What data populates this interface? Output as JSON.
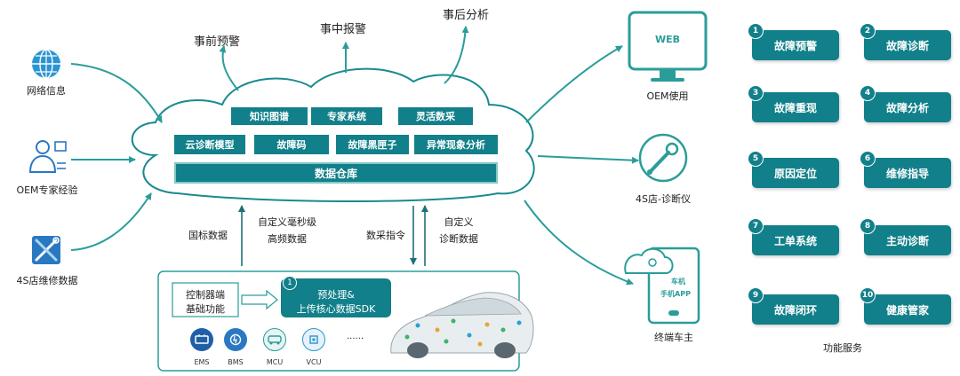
{
  "outputs": {
    "before": "事前预警",
    "during": "事中报警",
    "after": "事后分析"
  },
  "sources": {
    "network": "网络信息",
    "expert": "OEM专家经验",
    "repair": "4S店维修数据"
  },
  "cloud": {
    "row1": [
      "知识图谱",
      "专家系统",
      "灵活数采"
    ],
    "row2": [
      "云诊断模型",
      "故障码",
      "故障黑匣子",
      "异常现象分析"
    ],
    "warehouse": "数据仓库"
  },
  "flows": {
    "national": "国标数据",
    "custom_ms_1": "自定义毫秒级",
    "custom_ms_2": "高频数据",
    "collect_cmd": "数采指令",
    "custom_diag_1": "自定义",
    "custom_diag_2": "诊断数据"
  },
  "vehicle": {
    "controller_1": "控制器端",
    "controller_2": "基础功能",
    "sdk_num": "1",
    "sdk_1": "预处理&",
    "sdk_2": "上传核心数据SDK",
    "ecus": [
      "EMS",
      "BMS",
      "MCU",
      "VCU"
    ],
    "more": "......"
  },
  "clients": {
    "web_screen": "WEB",
    "oem": "OEM使用",
    "shop": "4S店-诊断仪",
    "phone_1": "车机",
    "phone_2": "手机APP",
    "owner": "终端车主"
  },
  "services": [
    {
      "num": "1",
      "label": "故障预警"
    },
    {
      "num": "2",
      "label": "故障诊断"
    },
    {
      "num": "3",
      "label": "故障重现"
    },
    {
      "num": "4",
      "label": "故障分析"
    },
    {
      "num": "5",
      "label": "原因定位"
    },
    {
      "num": "6",
      "label": "维修指导"
    },
    {
      "num": "7",
      "label": "工单系统"
    },
    {
      "num": "8",
      "label": "主动诊断"
    },
    {
      "num": "9",
      "label": "故障闭环"
    },
    {
      "num": "10",
      "label": "健康管家"
    }
  ],
  "services_title": "功能服务",
  "colors": {
    "teal": "#12808a",
    "light_teal": "#7fc9c4",
    "arrow": "#2a9d9a"
  }
}
